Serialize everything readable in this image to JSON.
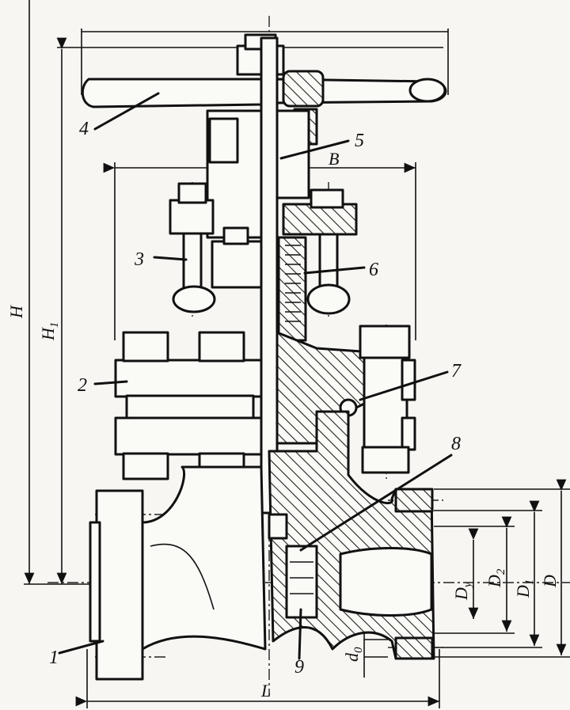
{
  "callouts": [
    "1",
    "2",
    "3",
    "4",
    "5",
    "6",
    "7",
    "8",
    "9"
  ],
  "dimensions": {
    "H": "H",
    "H1": "H",
    "H1_sub": "1",
    "B": "B",
    "L": "L",
    "D": "D",
    "D1": "D",
    "D1_sub": "1",
    "D2": "D",
    "D2_sub": "2",
    "Dy": "D",
    "Dy_sub": "y",
    "d0": "d",
    "d0_sub": "0"
  }
}
